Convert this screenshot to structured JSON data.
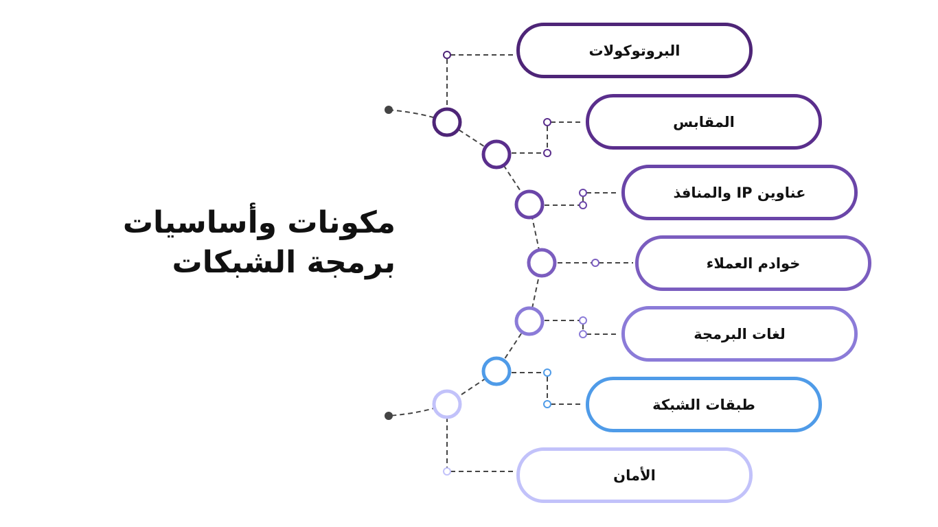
{
  "title": {
    "line1": "مكونات وأساسيات",
    "line2": "برمجة الشبكات"
  },
  "items": [
    {
      "label": "البروتوكولات",
      "color": "#4e2577"
    },
    {
      "label": "المقابس",
      "color": "#5a2e8c"
    },
    {
      "label": "عناوين IP والمنافذ",
      "color": "#6a45a8"
    },
    {
      "label": "خوادم العملاء",
      "color": "#7b5dbf"
    },
    {
      "label": "لغات البرمجة",
      "color": "#8b7bd8"
    },
    {
      "label": "طبقات الشبكة",
      "color": "#4f9be8"
    },
    {
      "label": "الأمان",
      "color": "#c2c2fa"
    }
  ]
}
